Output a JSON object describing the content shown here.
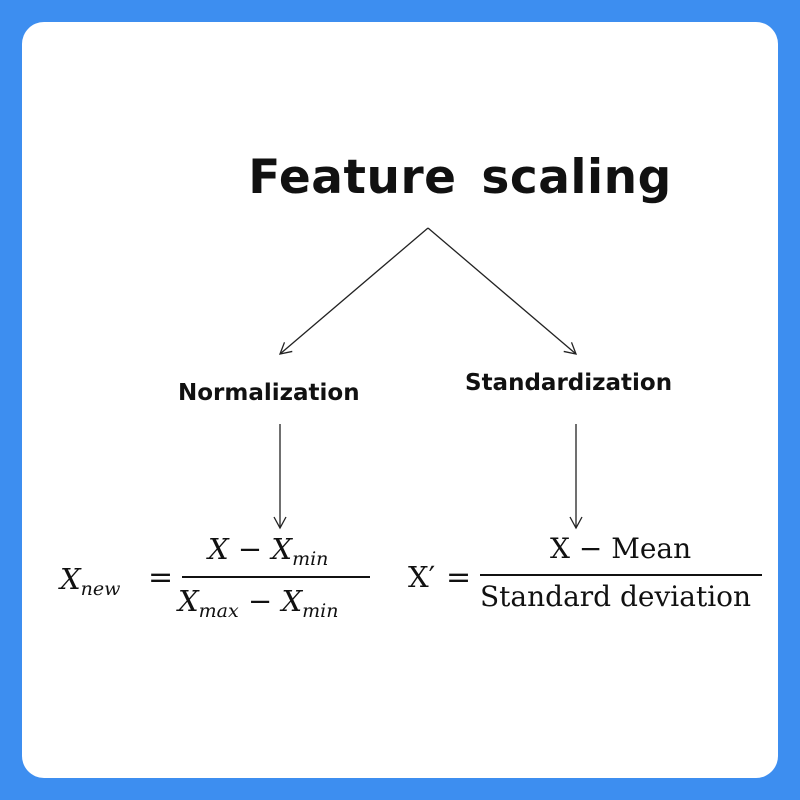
{
  "diagram": {
    "title": "Feature  scaling",
    "branches": [
      {
        "label": "Normalization"
      },
      {
        "label": "Standardization"
      }
    ]
  },
  "formulas": {
    "normalization": {
      "lhs_var": "X",
      "lhs_sub": "new",
      "equals": "=",
      "numerator": {
        "var": "X",
        "op": "−",
        "var2": "X",
        "sub2": "min"
      },
      "denominator": {
        "var": "X",
        "sub": "max",
        "op": "−",
        "var2": "X",
        "sub2": "min"
      }
    },
    "standardization": {
      "lhs": "X′",
      "equals": "=",
      "numerator": "X − Mean",
      "denominator": "Standard deviation"
    }
  },
  "colors": {
    "frame": "#3d8ef0",
    "card": "#ffffff",
    "ink": "#111111"
  }
}
